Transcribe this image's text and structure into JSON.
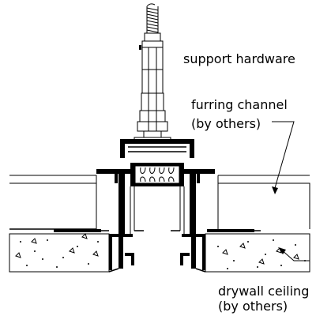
{
  "diagram": {
    "labels": {
      "support_hardware": "support hardware",
      "furring_line1": "furring channel",
      "furring_line2": "(by others)",
      "drywall_line1": "drywall ceiling",
      "drywall_line2": "(by others)"
    },
    "colors": {
      "ink": "#000000",
      "background": "#ffffff"
    }
  }
}
